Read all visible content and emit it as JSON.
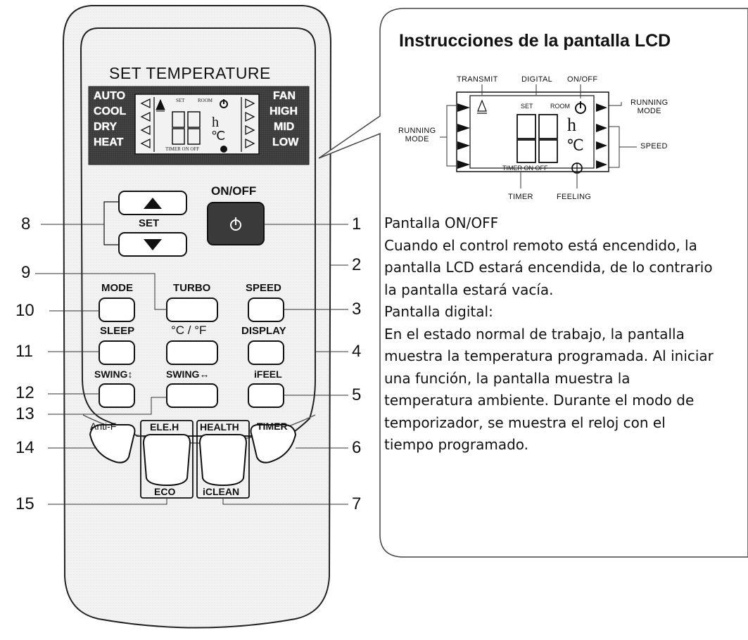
{
  "remote": {
    "title": "SET TEMPERATURE",
    "lcd": {
      "modes_left": [
        "AUTO",
        "COOL",
        "DRY",
        "HEAT"
      ],
      "speeds_right": [
        "FAN",
        "HIGH",
        "MID",
        "LOW"
      ],
      "set_label": "SET",
      "room_label": "ROOM",
      "timer_label": "TIMER ON OFF",
      "hour_symbol": "h",
      "degree_symbol": "℃"
    },
    "onoff_label": "ON/OFF",
    "set_label": "SET",
    "buttons": {
      "mode": "MODE",
      "turbo": "TURBO",
      "speed": "SPEED",
      "sleep": "SLEEP",
      "unit": "°C / °F",
      "display": "DISPLAY",
      "swing_vertical": "SWING↕",
      "swing_horizontal": "SWING↔",
      "ifeel": "iFEEL",
      "antif": "Anti-F",
      "eleh": "ELE.H",
      "eco": "ECO",
      "health": "HEALTH",
      "iclean": "iCLEAN",
      "timer": "TIMER"
    },
    "callouts_left": [
      "8",
      "9",
      "10",
      "11",
      "12",
      "13",
      "14",
      "15"
    ],
    "callouts_right": [
      "1",
      "2",
      "3",
      "4",
      "5",
      "6",
      "7"
    ]
  },
  "panel": {
    "title": "Instrucciones de la pantalla LCD",
    "lcd_annotations": {
      "transmit": "TRANSMIT",
      "digital": "DIGITAL",
      "onoff": "ON/OFF",
      "running_mode_right": "RUNNING\nMODE",
      "running_mode_left": "RUNNING\nMODE",
      "speed": "SPEED",
      "timer": "TIMER",
      "feeling": "FEELING",
      "set": "SET",
      "room": "ROOM",
      "timer_on_off": "TIMER ON OFF",
      "hour_symbol": "h",
      "degree_symbol": "℃"
    },
    "body": "Pantalla ON/OFF\nCuando el control remoto está encendido, la pantalla LCD estará encendida, de lo contrario la pantalla estará vacía.\nPantalla digital:\nEn el estado normal de trabajo, la pantalla muestra la temperatura programada. Al iniciar una función, la pantalla muestra la temperatura ambiente. Durante el modo de temporizador, se muestra el reloj con el tiempo programado."
  },
  "colors": {
    "lcd_background": "#3d3d3d",
    "onoff_button": "#3a3a3a",
    "remote_body": "#f4f4f4"
  }
}
